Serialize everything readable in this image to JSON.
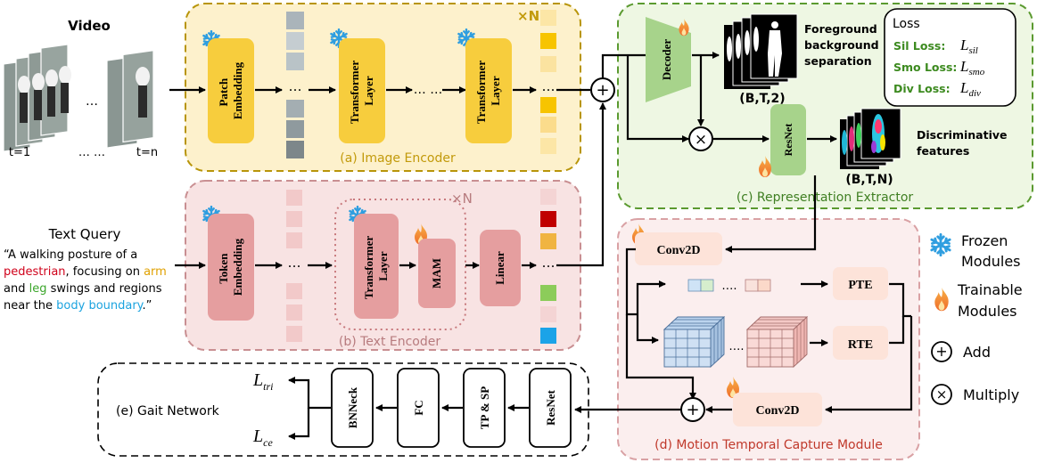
{
  "video": {
    "title": "Video",
    "frame_first": "t=1",
    "frame_dots": "… …",
    "frame_last": "t=n",
    "mid_dots": "…"
  },
  "image_encoder": {
    "caption": "(a) Image Encoder",
    "repeat": "×N",
    "patch_embedding": [
      "Patch",
      "Embedding"
    ],
    "transformer_layer": [
      "Transformer",
      "Layer"
    ],
    "dots": "…",
    "dots_wide": "… …",
    "token_dots": "…"
  },
  "text_encoder": {
    "caption": "(b) Text Encoder",
    "repeat": "×N",
    "token_embedding": [
      "Token",
      "Embedding"
    ],
    "transformer_layer": [
      "Transformer",
      "Layer"
    ],
    "mam": "MAM",
    "linear": "Linear",
    "dots": "…"
  },
  "text_query": {
    "title": "Text Query",
    "line1": "“A walking posture of a",
    "line2_red": "pedestrian",
    "line2_rest": ", focusing on ",
    "line2_orange": "arm",
    "line3_pre": "and ",
    "line3_green": "leg",
    "line3_rest": " swings and regions",
    "line4_pre": "near the ",
    "line4_blue": "body boundary",
    "line4_end": ".”"
  },
  "representation_extractor": {
    "caption": "(c) Representation Extractor",
    "decoder": "Decoder",
    "resnet": "ResNet",
    "fg_label": [
      "Foreground",
      "background",
      "separation"
    ],
    "fg_shape": "(B,T,2)",
    "disc_label": [
      "Discriminative",
      "features"
    ],
    "disc_shape": "(B,T,N)"
  },
  "loss": {
    "title": "Loss",
    "items": [
      {
        "name": "Sil Loss:",
        "sym": "L",
        "sub": "sil"
      },
      {
        "name": "Smo Loss:",
        "sym": "L",
        "sub": "smo"
      },
      {
        "name": "Div Loss:",
        "sym": "L",
        "sub": "div"
      }
    ]
  },
  "motion_module": {
    "caption": "(d) Motion Temporal Capture Module",
    "conv_top": "Conv2D",
    "conv_bottom": "Conv2D",
    "pte": "PTE",
    "rte": "RTE",
    "dots": "….",
    "dots2": "…."
  },
  "gait_network": {
    "caption": "(e) Gait Network",
    "bnneck": "BNNeck",
    "fc": "FC",
    "tpsp": "TP & SP",
    "resnet": "ResNet",
    "l_tri": {
      "sym": "L",
      "sub": "tri"
    },
    "l_ce": {
      "sym": "L",
      "sub": "ce"
    }
  },
  "legend": {
    "frozen": [
      "Frozen",
      "Modules"
    ],
    "trainable": [
      "Trainable",
      "Modules"
    ],
    "add": "Add",
    "multiply": "Multiply"
  },
  "colors": {
    "image_panel_fill": "#fdf1cc",
    "image_panel_stroke": "#b8950a",
    "text_panel_fill": "#f8e3e3",
    "text_panel_stroke": "#c98f92",
    "rep_panel_fill": "#eef7e3",
    "rep_panel_stroke": "#5b9a30",
    "motion_panel_fill": "#fbeeee",
    "motion_panel_stroke": "#d9a1a4",
    "yellow_block": "#f7cd3d",
    "pink_block": "#e59e9f",
    "green_block": "#a7d38b",
    "frozen_blue": "#2f9ee0",
    "flame": "#f08a3c",
    "loss_green": "#3c8a1f",
    "query_red": "#d0021b",
    "query_orange": "#e0a100",
    "query_green": "#3aa52a",
    "query_blue": "#1ba3df",
    "caption_yellow": "#c29a0b",
    "caption_pink": "#b77b7e",
    "caption_green": "#3f7f22",
    "caption_red": "#c0392b"
  }
}
